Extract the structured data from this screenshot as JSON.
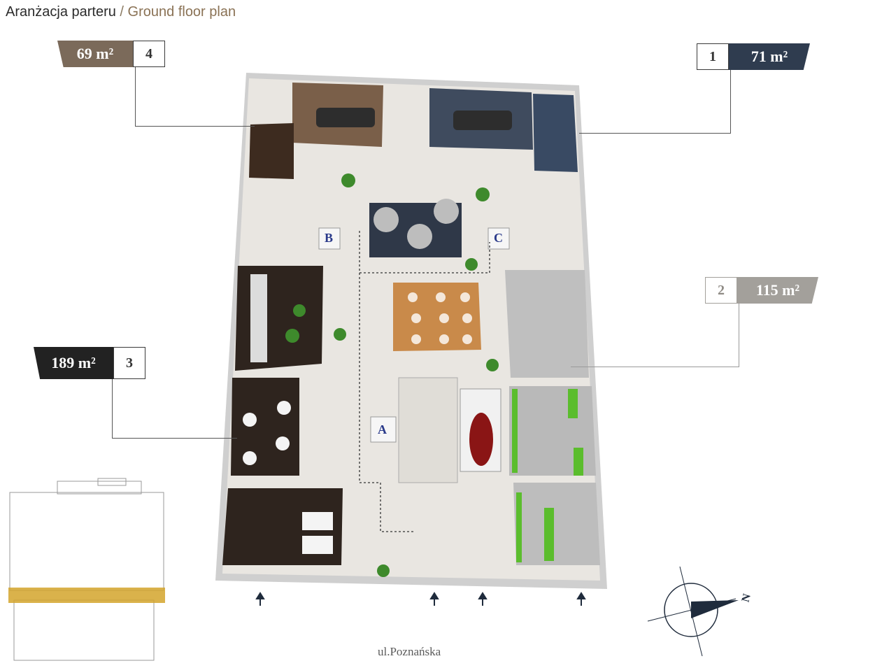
{
  "title": {
    "pl": "Aranżacja parteru",
    "separator": " / ",
    "en": "Ground floor plan"
  },
  "units": [
    {
      "id": "unit-4",
      "area": "69 m²",
      "number": "4",
      "color": "#7b6a5a"
    },
    {
      "id": "unit-1",
      "area": "71 m²",
      "number": "1",
      "color": "#2f3c4f"
    },
    {
      "id": "unit-2",
      "area": "115 m²",
      "number": "2",
      "color": "#a3a09b"
    },
    {
      "id": "unit-3",
      "area": "189 m²",
      "number": "3",
      "color": "#222222"
    }
  ],
  "stair_labels": [
    "A",
    "B",
    "C"
  ],
  "street": "ul.Poznańska",
  "compass": {
    "north_label": "N"
  },
  "colors": {
    "accent": "#2f3c4f",
    "gold": "#d4a52c",
    "floor_light": "#e8e4dc",
    "wall": "#d9d9d9"
  }
}
